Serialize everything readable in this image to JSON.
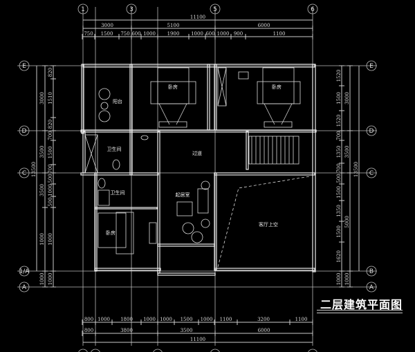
{
  "colors": {
    "background": "#000000",
    "lines": "#e0e0e0"
  },
  "title": "二层建筑平面图",
  "axes": {
    "top": [
      "1",
      "3",
      "5",
      "6"
    ],
    "left": [
      "E",
      "D",
      "C",
      "1/A",
      "A"
    ],
    "right": [
      "E",
      "D",
      "C",
      "B",
      "A"
    ]
  },
  "dimensions": {
    "top_total": "11100",
    "top_mid": [
      "3000",
      "5100",
      "6000"
    ],
    "top_detail": [
      "750",
      "1500",
      "750",
      "600",
      "1000",
      "1900",
      "1000",
      "600",
      "1000",
      "900",
      "1100"
    ],
    "bottom_detail": [
      "800",
      "1000",
      "1800",
      "1000",
      "1000",
      "1500",
      "1000",
      "1100",
      "3200",
      "1100"
    ],
    "bottom_mid": [
      "800",
      "3800",
      "3500",
      "6000"
    ],
    "bottom_total": "11100",
    "left_total": "13500",
    "left_mid": [
      "3000",
      "3500",
      "3500",
      "1000",
      "1000"
    ],
    "left_detail": [
      "820",
      "1510",
      "820",
      "700",
      "1500",
      "700",
      "500",
      "1000",
      "500",
      "1000",
      "1000"
    ],
    "right_total": "13500",
    "right_mid": [
      "3000",
      "3500",
      "5000",
      "1000"
    ],
    "right_detail": [
      "1520",
      "1500",
      "1520",
      "700",
      "1350",
      "700",
      "500",
      "1500",
      "1350",
      "1500",
      "1620",
      "1000"
    ]
  },
  "rooms": {
    "balcony": "阳台",
    "bedroom_1": "卧房",
    "bedroom_2": "卧房",
    "bathroom_1": "卫生间",
    "corridor": "过道",
    "bathroom_2": "卫生间",
    "bedroom_3": "卧房",
    "living_room": "起居室",
    "hall_void": "客厅上空"
  }
}
